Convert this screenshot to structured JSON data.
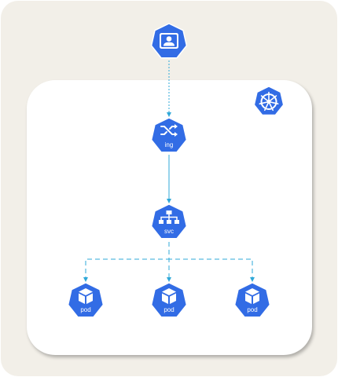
{
  "colors": {
    "node_fill": "#326ce5",
    "edge": "#2fa8d8",
    "panel_bg": "#f2efe8",
    "cluster_bg": "#ffffff"
  },
  "nodes": {
    "user": {
      "icon": "user-icon",
      "label": ""
    },
    "cluster_logo": {
      "icon": "kubernetes-wheel-icon",
      "label": ""
    },
    "ingress": {
      "icon": "shuffle-arrows-icon",
      "label": "ing"
    },
    "service": {
      "icon": "network-hierarchy-icon",
      "label": "svc"
    },
    "pods": [
      {
        "icon": "cube-icon",
        "label": "pod"
      },
      {
        "icon": "cube-icon",
        "label": "pod"
      },
      {
        "icon": "cube-icon",
        "label": "pod"
      }
    ]
  }
}
